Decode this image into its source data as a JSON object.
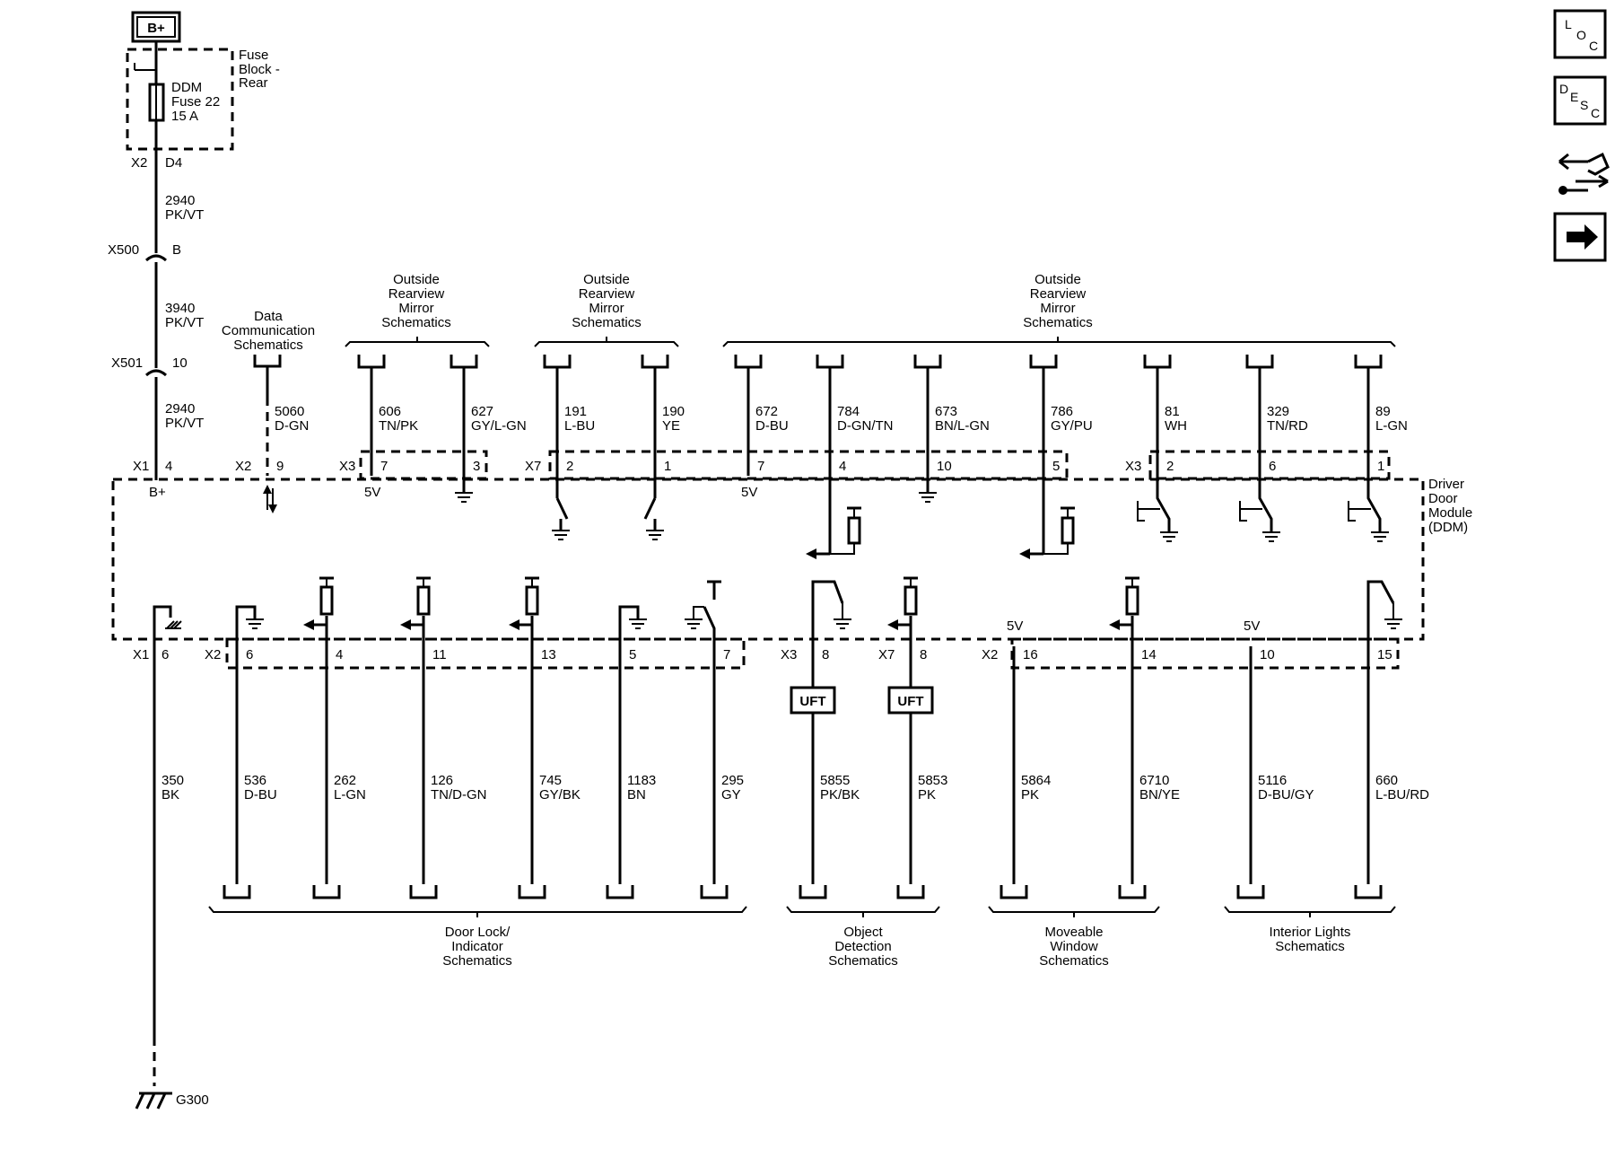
{
  "supply": {
    "bplus": "B+",
    "fuse_block": [
      "Fuse",
      "Block -",
      "Rear"
    ],
    "fuse": [
      "DDM",
      "Fuse 22",
      "15 A"
    ],
    "fuse_pins": [
      "X2",
      "D4"
    ]
  },
  "supply_wires": [
    {
      "circuit": "2940",
      "color": "PK/VT"
    },
    {
      "circuit": "3940",
      "color": "PK/VT"
    },
    {
      "circuit": "2940",
      "color": "PK/VT"
    }
  ],
  "inline_connectors": [
    {
      "name": "X500",
      "pin": "B"
    },
    {
      "name": "X501",
      "pin": "10"
    }
  ],
  "top_groups": [
    {
      "label": [
        "Data",
        "Communication",
        "Schematics"
      ]
    },
    {
      "label": [
        "Outside",
        "Rearview",
        "Mirror",
        "Schematics"
      ]
    },
    {
      "label": [
        "Outside",
        "Rearview",
        "Mirror",
        "Schematics"
      ]
    },
    {
      "label": [
        "Outside",
        "Rearview",
        "Mirror",
        "Schematics"
      ]
    }
  ],
  "top_wires": [
    {
      "circuit": "5060",
      "color": "D-GN",
      "connector": "X2",
      "pin": "9"
    },
    {
      "circuit": "606",
      "color": "TN/PK",
      "connector": "X3",
      "pin": "7",
      "note": "5V"
    },
    {
      "circuit": "627",
      "color": "GY/L-GN",
      "pin": "3"
    },
    {
      "circuit": "191",
      "color": "L-BU",
      "connector": "X7",
      "pin": "2"
    },
    {
      "circuit": "190",
      "color": "YE",
      "pin": "1"
    },
    {
      "circuit": "672",
      "color": "D-BU",
      "pin": "7",
      "note": "5V"
    },
    {
      "circuit": "784",
      "color": "D-GN/TN",
      "pin": "4"
    },
    {
      "circuit": "673",
      "color": "BN/L-GN",
      "pin": "10"
    },
    {
      "circuit": "786",
      "color": "GY/PU",
      "pin": "5"
    },
    {
      "circuit": "81",
      "color": "WH",
      "connector": "X3",
      "pin": "2"
    },
    {
      "circuit": "329",
      "color": "TN/RD",
      "pin": "6"
    },
    {
      "circuit": "89",
      "color": "L-GN",
      "pin": "1"
    }
  ],
  "module": {
    "name": [
      "Driver",
      "Door",
      "Module",
      "(DDM)"
    ],
    "x1_top": {
      "connector": "X1",
      "pin": "4",
      "note": "B+"
    },
    "x1_bottom": {
      "connector": "X1",
      "pin": "6"
    }
  },
  "bottom_wires": [
    {
      "circuit": "350",
      "color": "BK"
    },
    {
      "circuit": "536",
      "color": "D-BU",
      "connector": "X2",
      "pin": "6"
    },
    {
      "circuit": "262",
      "color": "L-GN",
      "pin": "4"
    },
    {
      "circuit": "126",
      "color": "TN/D-GN",
      "pin": "11"
    },
    {
      "circuit": "745",
      "color": "GY/BK",
      "pin": "13"
    },
    {
      "circuit": "1183",
      "color": "BN",
      "pin": "5"
    },
    {
      "circuit": "295",
      "color": "GY",
      "pin": "7"
    },
    {
      "circuit": "5855",
      "color": "PK/BK",
      "connector": "X3",
      "pin": "8",
      "tag": "UFT"
    },
    {
      "circuit": "5853",
      "color": "PK",
      "connector": "X7",
      "pin": "8",
      "tag": "UFT"
    },
    {
      "circuit": "5864",
      "color": "PK",
      "connector": "X2",
      "pin": "16",
      "note": "5V"
    },
    {
      "circuit": "6710",
      "color": "BN/YE",
      "pin": "14"
    },
    {
      "circuit": "5116",
      "color": "D-BU/GY",
      "pin": "10",
      "note": "5V"
    },
    {
      "circuit": "660",
      "color": "L-BU/RD",
      "pin": "15"
    }
  ],
  "bottom_groups": [
    {
      "label": [
        "Door Lock/",
        "Indicator",
        "Schematics"
      ]
    },
    {
      "label": [
        "Object",
        "Detection",
        "Schematics"
      ]
    },
    {
      "label": [
        "Moveable",
        "Window",
        "Schematics"
      ]
    },
    {
      "label": [
        "Interior Lights",
        "Schematics"
      ]
    }
  ],
  "ground": {
    "name": "G300"
  },
  "nav_icons": [
    {
      "name": "loc-icon",
      "letters": [
        "L",
        "O",
        "C"
      ]
    },
    {
      "name": "desc-icon",
      "letters": [
        "D",
        "E",
        "S",
        "C"
      ]
    },
    {
      "name": "connector-tool-icon"
    },
    {
      "name": "next-arrow-icon"
    }
  ]
}
